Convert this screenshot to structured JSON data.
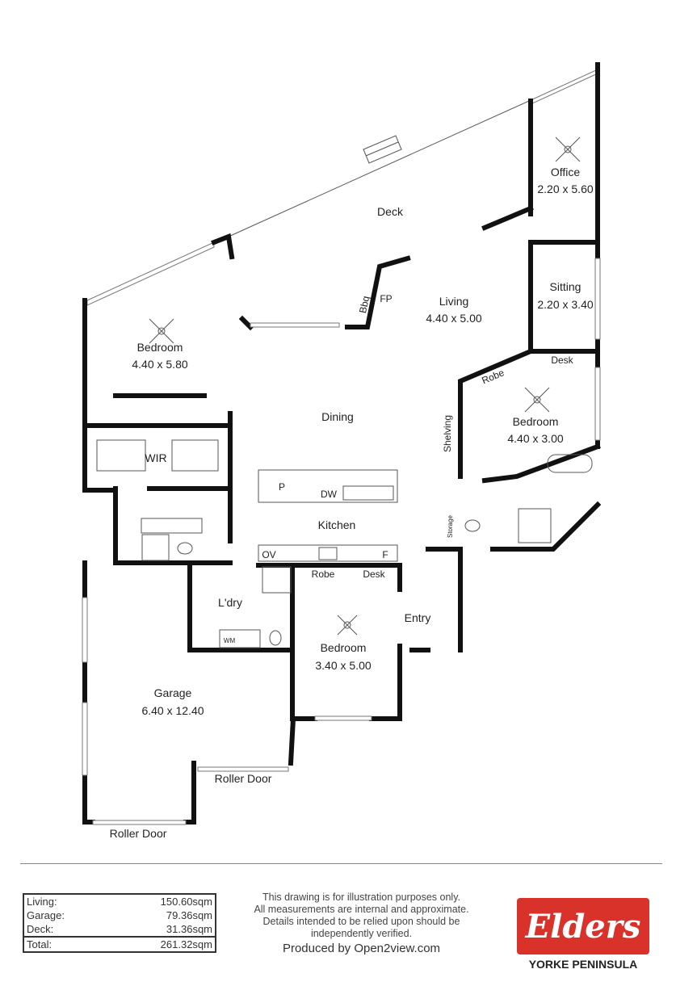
{
  "rooms": {
    "deck": "Deck",
    "office": "Office",
    "office_dim": "2.20 x 5.60",
    "sitting": "Sitting",
    "sitting_dim": "2.20 x 3.40",
    "living": "Living",
    "living_dim": "4.40 x 5.00",
    "bbq": "Bbq",
    "fp": "FP",
    "bedroom1": "Bedroom",
    "bedroom1_dim": "4.40 x 5.80",
    "dining": "Dining",
    "wir": "WIR",
    "kitchen": "Kitchen",
    "pantry": "P",
    "dw": "DW",
    "ov": "OV",
    "fridge": "F",
    "bedroom2": "Bedroom",
    "bedroom2_dim": "4.40 x 3.00",
    "desk2": "Desk",
    "robe2": "Robe",
    "shelving": "Shelving",
    "storage": "Storage",
    "laundry": "L'dry",
    "wm": "WM",
    "robe3": "Robe",
    "desk3": "Desk",
    "bedroom3": "Bedroom",
    "bedroom3_dim": "3.40 x 5.00",
    "entry": "Entry",
    "garage": "Garage",
    "garage_dim": "6.40 x 12.40",
    "roller_door_1": "Roller Door",
    "roller_door_2": "Roller Door"
  },
  "areas": [
    {
      "label": "Living:",
      "value": "150.60sqm"
    },
    {
      "label": "Garage:",
      "value": "79.36sqm"
    },
    {
      "label": "Deck:",
      "value": "31.36sqm"
    }
  ],
  "total": {
    "label": "Total:",
    "value": "261.32sqm"
  },
  "disclaimer": [
    "This drawing is for illustration purposes only.",
    "All measurements are internal and approximate.",
    "Details intended to be relied upon should be",
    "independently verified."
  ],
  "produced_by": "Produced by Open2view.com",
  "logo": {
    "name": "Elders",
    "subtitle": "YORKE PENINSULA",
    "color": "#d9322b"
  }
}
